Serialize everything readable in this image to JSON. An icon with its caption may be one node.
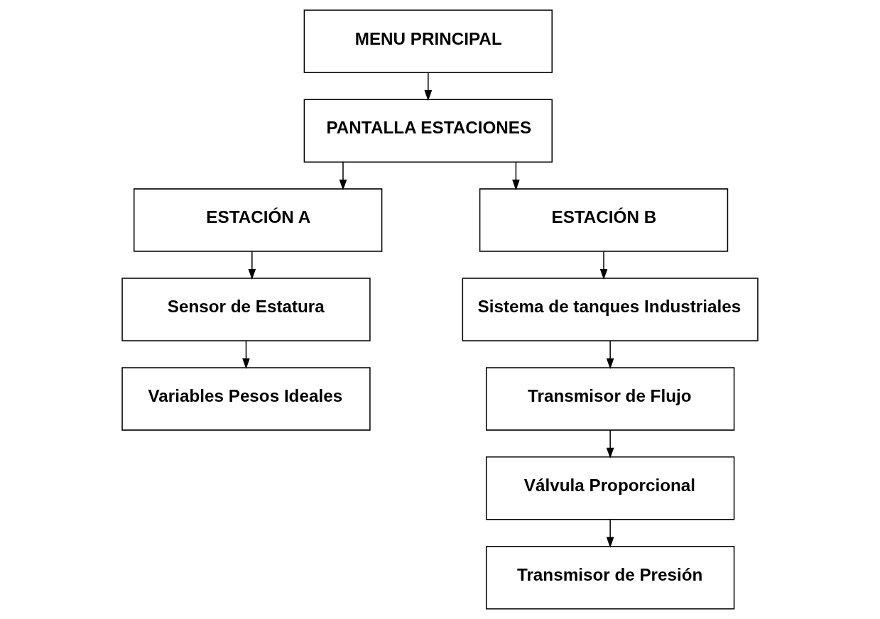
{
  "diagram": {
    "nodes": [
      {
        "text": [
          "MENU PRINCIPAL"
        ]
      },
      {
        "text": [
          "PANTALLA ESTACIONES"
        ]
      },
      {
        "text": [
          "ESTACIÓN A"
        ]
      },
      {
        "text": [
          "ESTACIÓN B"
        ]
      },
      {
        "text": [
          "Sensor de Estatura"
        ]
      },
      {
        "text": [
          "Variables Pesos Ideales"
        ]
      },
      {
        "text": [
          "Sistema de tanques Industriales"
        ]
      },
      {
        "text": [
          "Transmisor de Flujo"
        ]
      },
      {
        "text": [
          "Válvula Proporcional"
        ]
      },
      {
        "text": [
          "Transmisor de Presión"
        ]
      }
    ],
    "edges": [
      {
        "from": 0,
        "to": 1,
        "arrow": "to"
      },
      {
        "from": 1,
        "to": 2,
        "arrow": "to"
      },
      {
        "from": 1,
        "to": 3,
        "arrow": "to"
      },
      {
        "from": 2,
        "to": 4,
        "arrow": "to"
      },
      {
        "from": 4,
        "to": 5,
        "arrow": "to"
      },
      {
        "from": 3,
        "to": 6,
        "arrow": "to"
      },
      {
        "from": 6,
        "to": 7,
        "arrow": "to"
      },
      {
        "from": 7,
        "to": 8,
        "arrow": "to"
      },
      {
        "from": 8,
        "to": 9,
        "arrow": "to"
      }
    ]
  }
}
